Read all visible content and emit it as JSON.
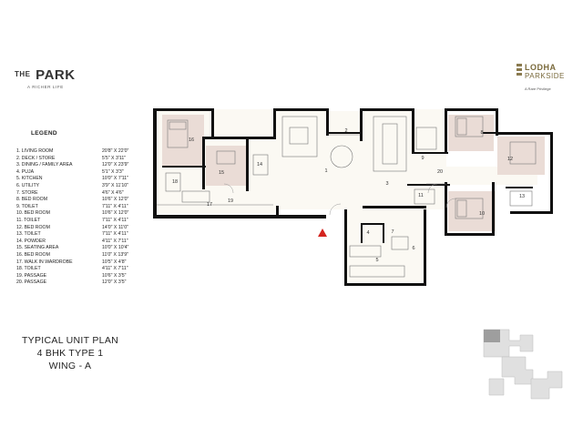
{
  "brand_left": {
    "name": "PARK",
    "prefix": "THE",
    "tagline": "A RICHER LIFE"
  },
  "brand_right": {
    "line1": "LODHA",
    "line2": "PARKSIDE",
    "tagline": "A Rare Privilege"
  },
  "legend": {
    "title": "LEGEND",
    "items": [
      {
        "label": "1. LIVING ROOM",
        "dimension": "20'8\" X 22'0\""
      },
      {
        "label": "2. DECK / STORE",
        "dimension": "5'5\" X 3'11\""
      },
      {
        "label": "3. DINING / FAMILY AREA",
        "dimension": "12'0\" X 23'9\""
      },
      {
        "label": "4. PUJA",
        "dimension": "5'1\" X 3'3\""
      },
      {
        "label": "5. KITCHEN",
        "dimension": "10'0\" X 7'11\""
      },
      {
        "label": "6. UTILITY",
        "dimension": "3'9\" X 11'10\""
      },
      {
        "label": "7. STORE",
        "dimension": "4'6\" X 4'6\""
      },
      {
        "label": "8. BED ROOM",
        "dimension": "10'6\" X 12'0\""
      },
      {
        "label": "9. TOILET",
        "dimension": "7'11\" X 4'11\""
      },
      {
        "label": "10. BED ROOM",
        "dimension": "10'6\" X 12'0\""
      },
      {
        "label": "11. TOILET",
        "dimension": "7'11\" X 4'11\""
      },
      {
        "label": "12. BED ROOM",
        "dimension": "14'0\" X 11'0\""
      },
      {
        "label": "13. TOILET",
        "dimension": "7'11\" X 4'11\""
      },
      {
        "label": "14. POWDER",
        "dimension": "4'11\" X 7'11\""
      },
      {
        "label": "15. SEATING AREA",
        "dimension": "10'0\" X 10'4\""
      },
      {
        "label": "16. BED ROOM",
        "dimension": "11'0\" X 13'9\""
      },
      {
        "label": "17. WALK IN WARDROBE",
        "dimension": "10'5\" X 4'8\""
      },
      {
        "label": "18. TOILET",
        "dimension": "4'11\" X 7'11\""
      },
      {
        "label": "19. PASSAGE",
        "dimension": "10'6\" X 3'5\""
      },
      {
        "label": "20. PASSAGE",
        "dimension": "12'0\" X 3'5\""
      }
    ]
  },
  "plan_title": {
    "line1": "TYPICAL UNIT PLAN",
    "line2": "4 BHK TYPE 1",
    "line3": "WING - A"
  },
  "room_numbers": [
    "1",
    "2",
    "3",
    "4",
    "5",
    "6",
    "7",
    "8",
    "9",
    "10",
    "11",
    "12",
    "13",
    "14",
    "15",
    "16",
    "17",
    "18",
    "19",
    "20"
  ],
  "colors": {
    "wall": "#111111",
    "floor_bed": "#eadcd6",
    "floor_main": "#fbf9f3",
    "entry_marker": "#d4241f",
    "brand_gold": "#7a6a3c"
  }
}
